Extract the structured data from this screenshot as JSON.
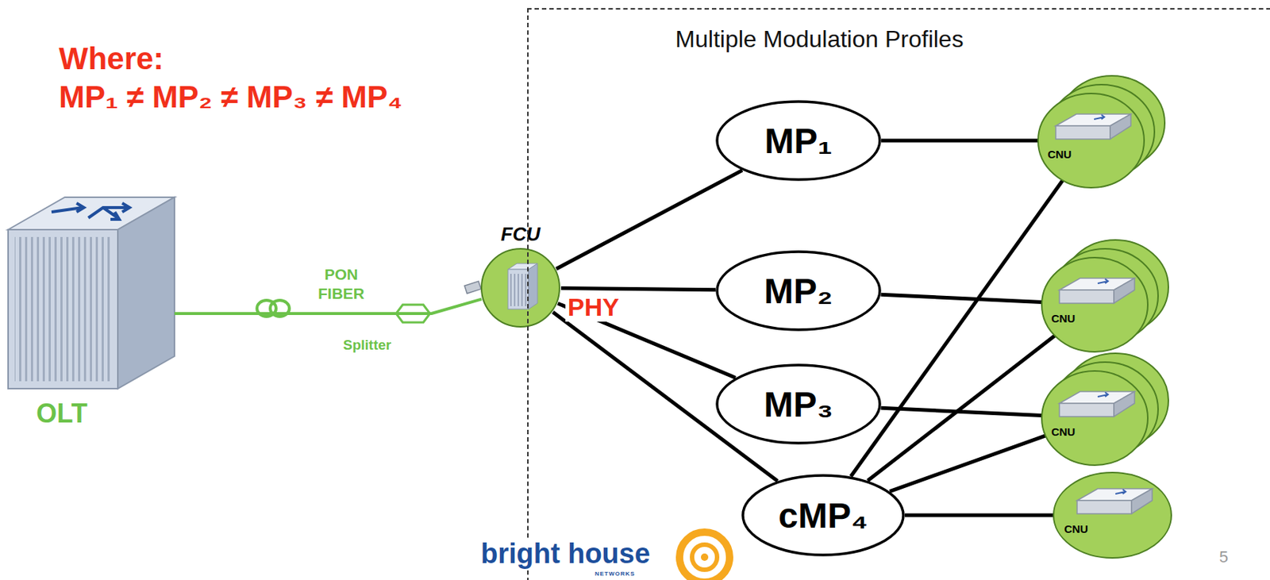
{
  "diagram": {
    "nodes": [
      {
        "text": [
          "OLT"
        ]
      },
      {
        "text": [
          "FCU"
        ]
      },
      {
        "text": [
          "Multiple Modulation Profiles"
        ]
      },
      {
        "text": [
          "MP₁"
        ],
        "in": 2
      },
      {
        "text": [
          "MP₂"
        ],
        "in": 2
      },
      {
        "text": [
          "MP₃"
        ],
        "in": 2
      },
      {
        "text": [
          "cMP₄"
        ],
        "in": 2
      },
      {
        "text": [
          "CNU"
        ],
        "in": 2
      },
      {
        "text": [
          "CNU"
        ],
        "in": 2
      },
      {
        "text": [
          "CNU"
        ],
        "in": 2
      },
      {
        "text": [
          "CNU"
        ],
        "in": 2
      }
    ],
    "edges": [
      {
        "from": 0,
        "to": 1,
        "arrow": "none",
        "label": "PON FIBER"
      },
      {
        "from": 1,
        "to": 3,
        "arrow": "none"
      },
      {
        "from": 1,
        "to": 4,
        "arrow": "none"
      },
      {
        "from": 1,
        "to": 5,
        "arrow": "none"
      },
      {
        "from": 1,
        "to": 6,
        "arrow": "none"
      },
      {
        "from": 3,
        "to": 7,
        "arrow": "none"
      },
      {
        "from": 4,
        "to": 8,
        "arrow": "none"
      },
      {
        "from": 5,
        "to": 9,
        "arrow": "none"
      },
      {
        "from": 6,
        "to": 7,
        "arrow": "none"
      },
      {
        "from": 6,
        "to": 8,
        "arrow": "none"
      },
      {
        "from": 6,
        "to": 9,
        "arrow": "none"
      },
      {
        "from": 6,
        "to": 10,
        "arrow": "none"
      }
    ],
    "labels": [
      "Where:",
      "MP₁ ≠ MP₂ ≠ MP₃ ≠ MP₄",
      "PHY",
      "Splitter",
      "bright house",
      "NETWORKS",
      "5"
    ]
  }
}
